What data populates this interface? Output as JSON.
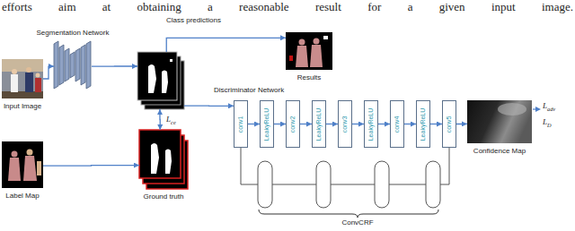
{
  "diagram": {
    "nodes": [
      {
        "text": [
          "Input Image"
        ]
      },
      {
        "text": [
          "Segmentation Network"
        ]
      },
      {
        "text": [
          "Class predictions"
        ]
      },
      {
        "text": [
          "Results"
        ]
      },
      {
        "text": [
          "Label Map"
        ]
      },
      {
        "text": [
          "Ground truth"
        ]
      },
      {
        "text": [
          "conv1"
        ]
      },
      {
        "text": [
          "LeakyReLU"
        ]
      },
      {
        "text": [
          "conv2"
        ]
      },
      {
        "text": [
          "LeakyReLU"
        ]
      },
      {
        "text": [
          "conv3"
        ]
      },
      {
        "text": [
          "LeakyReLU"
        ]
      },
      {
        "text": [
          "conv4"
        ]
      },
      {
        "text": [
          "LeakyReLU"
        ]
      },
      {
        "text": [
          "conv5"
        ]
      },
      {
        "text": [
          "Confidence Map"
        ]
      }
    ],
    "edges": [
      {
        "from": 0,
        "to": 1,
        "arrow": "to"
      },
      {
        "from": 1,
        "to": 2,
        "arrow": "to"
      },
      {
        "from": 2,
        "to": 3,
        "arrow": "to"
      },
      {
        "from": 2,
        "to": 5,
        "label": "Lce",
        "arrow": "both"
      },
      {
        "from": 4,
        "to": 5,
        "arrow": "to"
      },
      {
        "from": 2,
        "to": 6,
        "arrow": "to"
      },
      {
        "from": 6,
        "to": 7,
        "arrow": "to"
      },
      {
        "from": 7,
        "to": 8,
        "arrow": "to"
      },
      {
        "from": 8,
        "to": 9,
        "arrow": "to"
      },
      {
        "from": 9,
        "to": 10,
        "arrow": "to"
      },
      {
        "from": 10,
        "to": 11,
        "arrow": "to"
      },
      {
        "from": 11,
        "to": 12,
        "arrow": "to"
      },
      {
        "from": 12,
        "to": 13,
        "arrow": "to"
      },
      {
        "from": 13,
        "to": 14,
        "arrow": "to"
      },
      {
        "from": 14,
        "to": 15,
        "arrow": "to"
      }
    ],
    "labels": [
      "efforts aim at obtaining a reasonable result for a given input image.",
      "Discriminator Network",
      "Ladv",
      "LD",
      "ConvCRF"
    ]
  }
}
